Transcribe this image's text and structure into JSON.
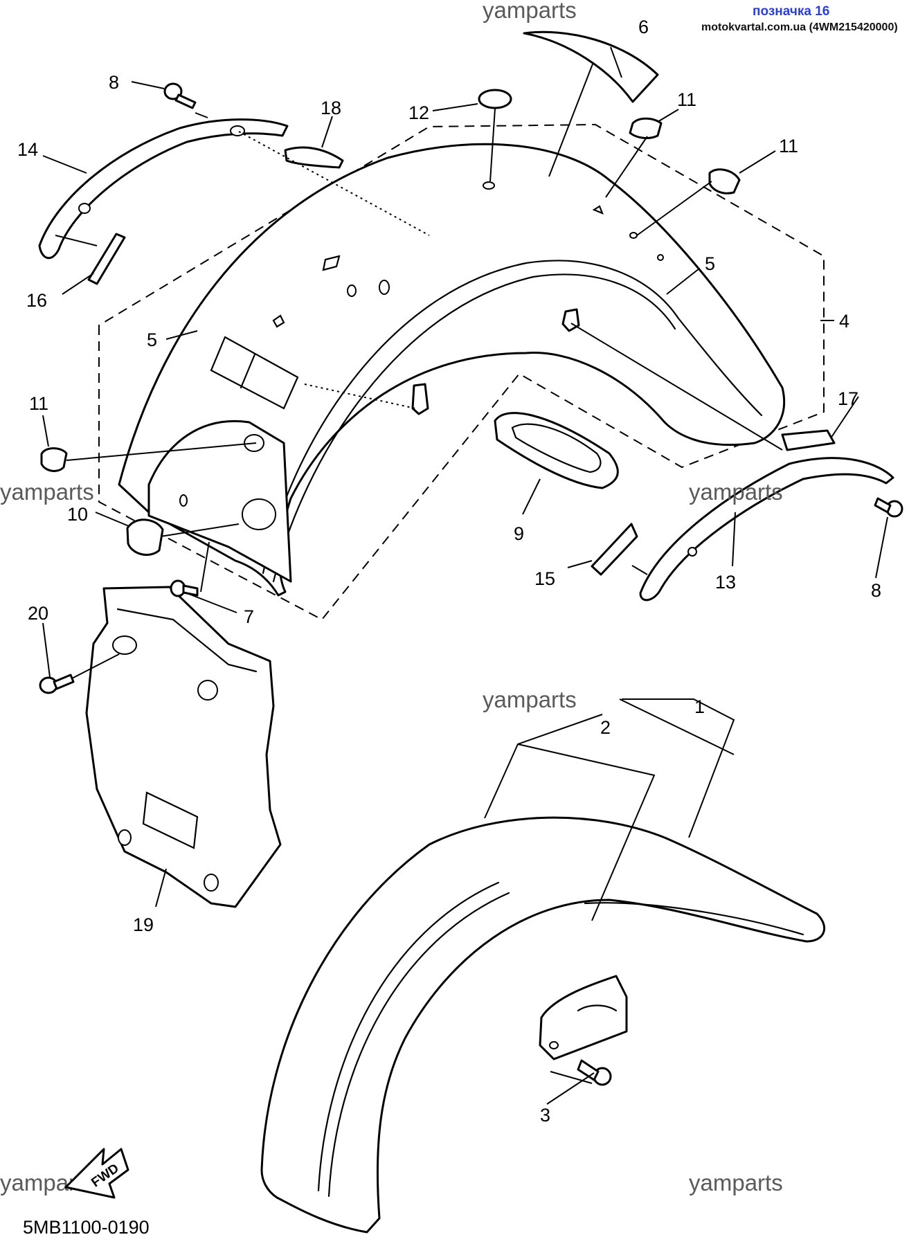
{
  "header": {
    "label": "позначка 16",
    "site": "motokvartal.com.ua (4WM215420000)"
  },
  "watermark": "yamparts",
  "diagram_code": "5MB1100-0190",
  "direction_label": "FWD",
  "callouts": [
    {
      "id": "c1",
      "label": "1"
    },
    {
      "id": "c2",
      "label": "2"
    },
    {
      "id": "c3",
      "label": "3"
    },
    {
      "id": "c4",
      "label": "4"
    },
    {
      "id": "c5a",
      "label": "5"
    },
    {
      "id": "c5b",
      "label": "5"
    },
    {
      "id": "c6",
      "label": "6"
    },
    {
      "id": "c7",
      "label": "7"
    },
    {
      "id": "c8a",
      "label": "8"
    },
    {
      "id": "c8b",
      "label": "8"
    },
    {
      "id": "c9",
      "label": "9"
    },
    {
      "id": "c10",
      "label": "10"
    },
    {
      "id": "c11a",
      "label": "11"
    },
    {
      "id": "c11b",
      "label": "11"
    },
    {
      "id": "c11c",
      "label": "11"
    },
    {
      "id": "c12",
      "label": "12"
    },
    {
      "id": "c13",
      "label": "13"
    },
    {
      "id": "c14",
      "label": "14"
    },
    {
      "id": "c15",
      "label": "15"
    },
    {
      "id": "c16",
      "label": "16"
    },
    {
      "id": "c17",
      "label": "17"
    },
    {
      "id": "c18",
      "label": "18"
    },
    {
      "id": "c19",
      "label": "19"
    },
    {
      "id": "c20",
      "label": "20"
    }
  ]
}
